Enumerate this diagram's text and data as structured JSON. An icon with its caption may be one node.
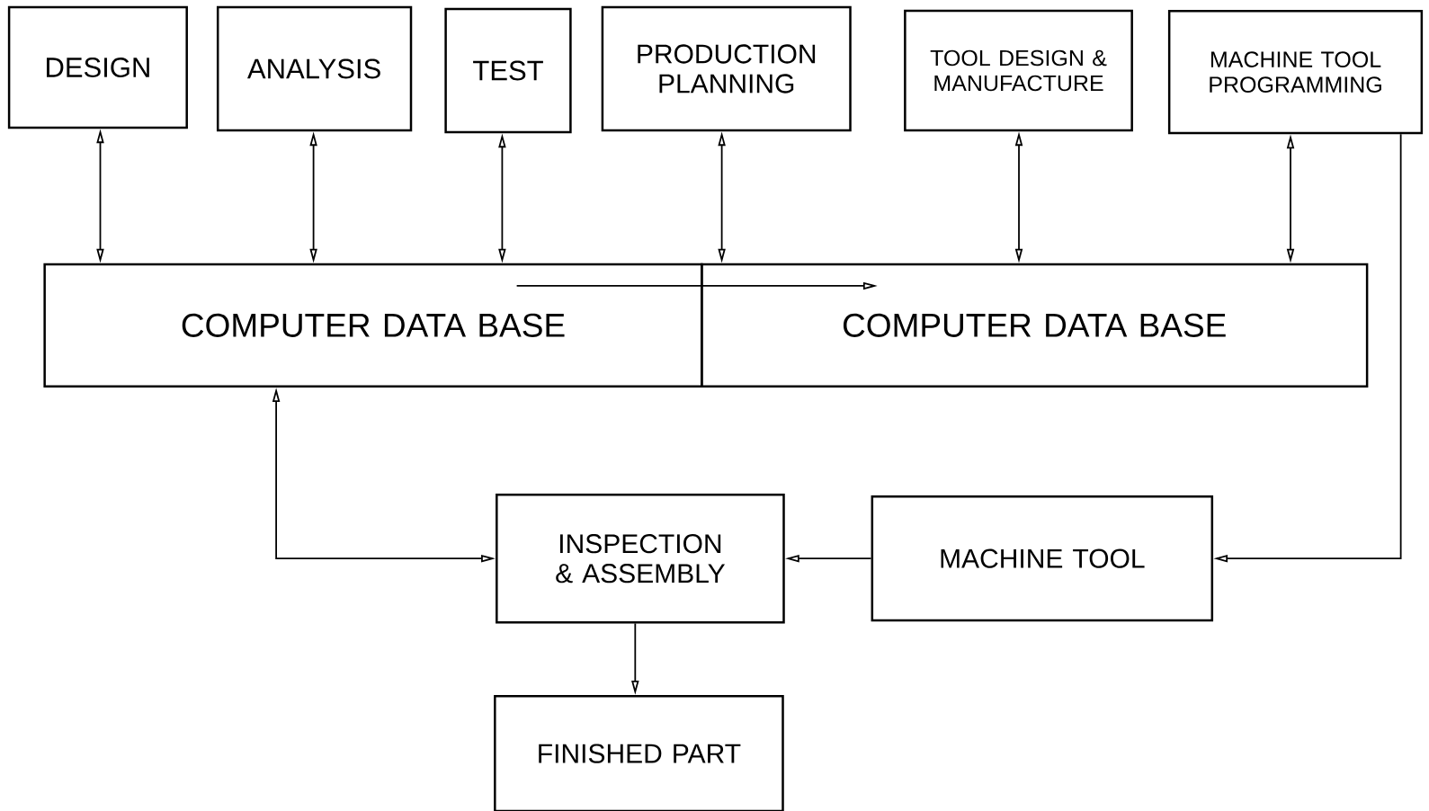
{
  "diagram": {
    "nodes": [
      {
        "text": [
          "DESIGN"
        ]
      },
      {
        "text": [
          "ANALYSIS"
        ]
      },
      {
        "text": [
          "TEST"
        ]
      },
      {
        "text": [
          "PRODUCTION PLANNING"
        ]
      },
      {
        "text": [
          "TOOL DESIGN & MANUFACTURE"
        ]
      },
      {
        "text": [
          "MACHINE TOOL PROGRAMMING"
        ]
      },
      {
        "text": [
          "COMPUTER DATA BASE"
        ]
      },
      {
        "text": [
          "COMPUTER DATA BASE"
        ]
      },
      {
        "text": [
          "INSPECTION & ASSEMBLY"
        ]
      },
      {
        "text": [
          "MACHINE TOOL"
        ]
      },
      {
        "text": [
          "FINISHED PART"
        ]
      }
    ],
    "edges": [
      {
        "from": 0,
        "to": 6,
        "arrow": "both"
      },
      {
        "from": 1,
        "to": 6,
        "arrow": "both"
      },
      {
        "from": 2,
        "to": 6,
        "arrow": "both"
      },
      {
        "from": 3,
        "to": 7,
        "arrow": "both"
      },
      {
        "from": 4,
        "to": 7,
        "arrow": "both"
      },
      {
        "from": 5,
        "to": 7,
        "arrow": "both"
      },
      {
        "from": 6,
        "to": 7,
        "arrow": "to"
      },
      {
        "from": 5,
        "to": 9,
        "arrow": "to"
      },
      {
        "from": 6,
        "to": 8,
        "arrow": "both"
      },
      {
        "from": 9,
        "to": 8,
        "arrow": "to"
      },
      {
        "from": 8,
        "to": 10,
        "arrow": "to"
      }
    ]
  }
}
